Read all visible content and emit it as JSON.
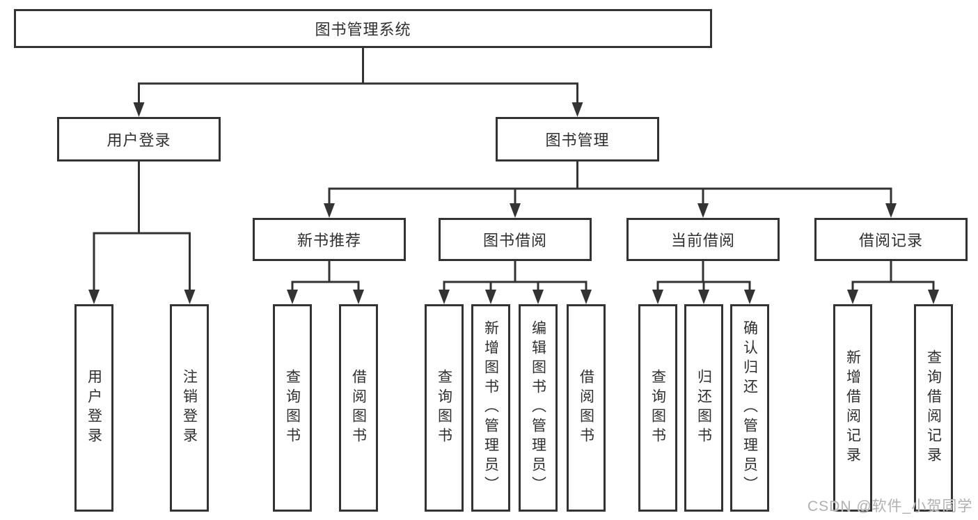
{
  "diagram": {
    "title": "图书管理系统",
    "level2": [
      {
        "label": "用户登录"
      },
      {
        "label": "图书管理"
      }
    ],
    "level3": [
      {
        "label": "新书推荐"
      },
      {
        "label": "图书借阅"
      },
      {
        "label": "当前借阅"
      },
      {
        "label": "借阅记录"
      }
    ],
    "leaves": {
      "user_login": [
        "用户登录",
        "注销登录"
      ],
      "new_book_recommend": [
        "查询图书",
        "借阅图书"
      ],
      "book_borrow": [
        "查询图书",
        "新增图书（管理员）",
        "编辑图书（管理员）",
        "借阅图书"
      ],
      "current_borrow": [
        "查询图书",
        "归还图书",
        "确认归还（管理员）"
      ],
      "borrow_record": [
        "新增借阅记录",
        "查询借阅记录"
      ]
    }
  },
  "watermark": "CSDN @软件_小贺同学",
  "colors": {
    "line": "#333333",
    "text": "#2f2f2f",
    "watermark": "#b0b0b0",
    "background": "#ffffff"
  }
}
